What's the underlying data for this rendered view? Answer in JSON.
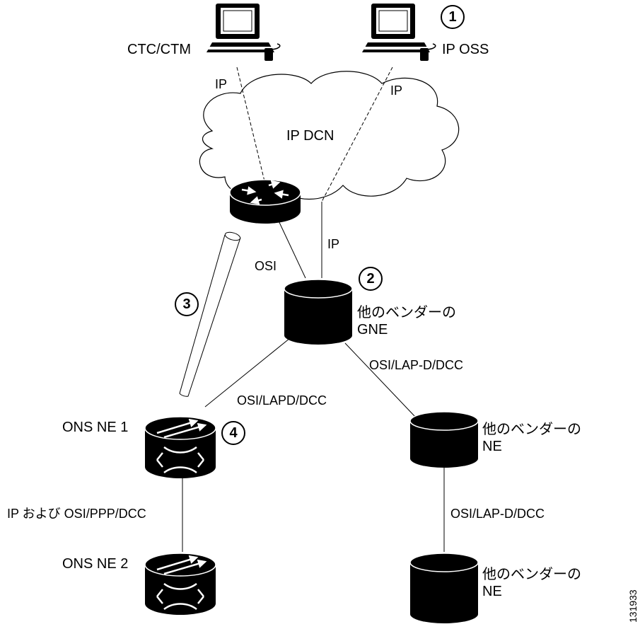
{
  "nodes": {
    "ctc_ctm": "CTC/CTM",
    "ip_oss": "IP OSS",
    "ip_dcn": "IP DCN",
    "gne": "他のベンダーの\nGNE",
    "ons_ne1": "ONS NE 1",
    "ons_ne2": "ONS NE 2",
    "vendor_ne1": "他のベンダーの\nNE",
    "vendor_ne2": "他のベンダーの\nNE"
  },
  "links": {
    "ctc_ip": "IP",
    "oss_ip": "IP",
    "router_gne_ip": "IP",
    "router_gne_osi": "OSI",
    "gne_vendor_ne": "OSI/LAP-D/DCC",
    "gne_ons": "OSI/LAPD/DCC",
    "ons1_ons2": "IP および OSI/PPP/DCC",
    "vendor_ne_ne": "OSI/LAP-D/DCC"
  },
  "callouts": [
    "1",
    "2",
    "3",
    "4"
  ],
  "figure_id": "131933"
}
